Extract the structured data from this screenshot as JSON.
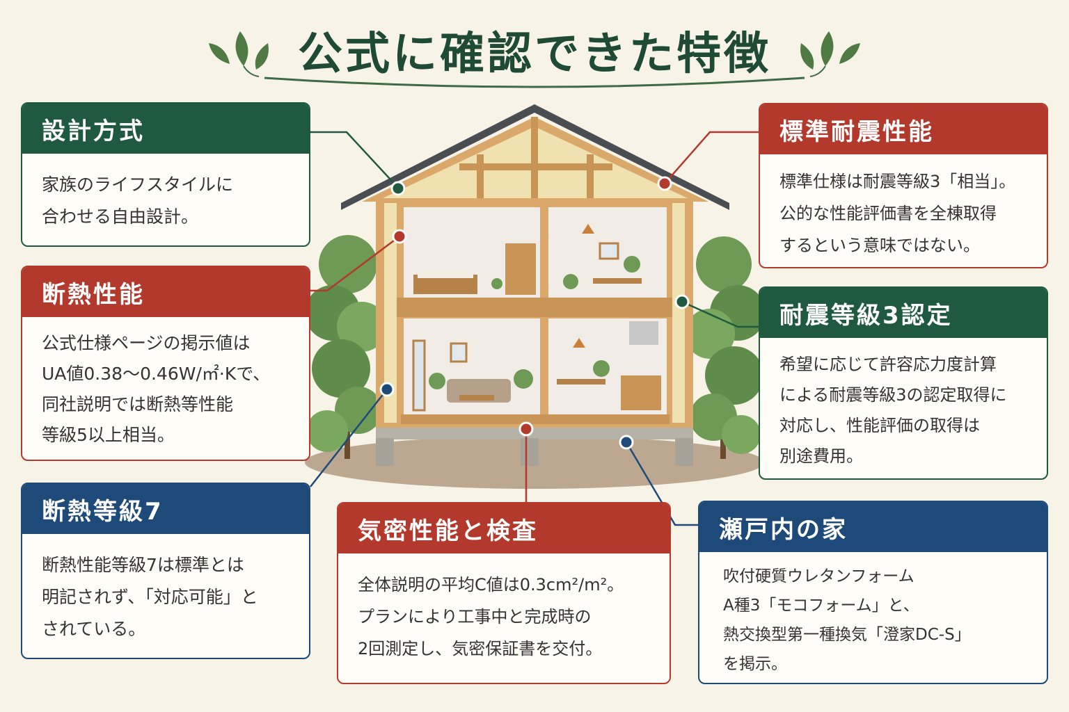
{
  "title": "公式に確認できた特徴",
  "colors": {
    "green": "#1f5a40",
    "red": "#b3392d",
    "blue": "#1e4a7a",
    "wood": "#d9a86a",
    "background": "#f8f3e7"
  },
  "cards": {
    "design": {
      "heading": "設計方式",
      "lines": [
        "家族のライフスタイルに",
        "合わせる自由設計。"
      ]
    },
    "insulation": {
      "heading": "断熱性能",
      "lines": [
        "公式仕様ページの掲示値は",
        "UA値0.38〜0.46W/㎡·Kで、",
        "同社説明では断熱等性能",
        "等級5以上相当。"
      ]
    },
    "insulation_grade7": {
      "heading": "断熱等級7",
      "lines": [
        "断熱性能等級7は標準とは",
        "明記されず、「対応可能」と",
        "されている。"
      ]
    },
    "airtight": {
      "heading": "気密性能と検査",
      "lines": [
        "全体説明の平均C値は0.3cm²/m²。",
        "プランにより工事中と完成時の",
        "2回測定し、気密保証書を交付。"
      ]
    },
    "seismic_standard": {
      "heading": "標準耐震性能",
      "lines": [
        "標準仕様は耐震等級3「相当」。",
        "公的な性能評価書を全棟取得",
        "するという意味ではない。"
      ]
    },
    "seismic_grade3": {
      "heading": "耐震等級3認定",
      "lines": [
        "希望に応じて許容応力度計算",
        "による耐震等級3の認定取得に",
        "対応し、性能評価の取得は",
        "別途費用。"
      ]
    },
    "setouchi": {
      "heading": "瀬戸内の家",
      "lines": [
        "吹付硬質ウレタンフォーム",
        "A種3「モコフォーム」と、",
        "熱交換型第一種換気「澄家DC-S」",
        "を掲示。"
      ]
    }
  }
}
